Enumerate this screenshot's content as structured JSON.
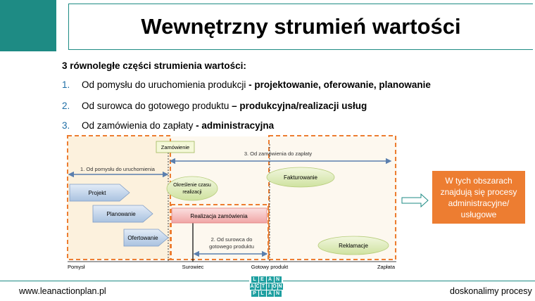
{
  "header": {
    "title": "Wewnętrzny strumień wartości"
  },
  "intro": {
    "subtitle": "3 równoległe części strumienia wartości:",
    "items": [
      {
        "num": "1.",
        "text": "Od pomysłu do uruchomienia produkcji ",
        "bold": "- projektowanie, oferowanie, planowanie"
      },
      {
        "num": "2.",
        "text": "Od surowca do gotowego produktu ",
        "bold": "– produkcyjna/realizacji usług"
      },
      {
        "num": "3.",
        "text": "Od zamówienia do zapłaty ",
        "bold": "- administracyjna"
      }
    ]
  },
  "diagram": {
    "zamowienie": "Zamówienie",
    "arrow3": "3. Od zamówienia do zapłaty",
    "arrow1": "1. Od pomysłu do uruchomienia",
    "projekt": "Projekt",
    "planowanie": "Planowanie",
    "ofertowanie": "Ofertowanie",
    "okreslenie_line1": "Określenie czasu",
    "okreslenie_line2": "realizacji",
    "realizacja": "Realizacja zamówienia",
    "fakturowanie": "Fakturowanie",
    "reklamacje": "Reklamacje",
    "arrow2_line1": "2. Od surowca do",
    "arrow2_line2": "gotowego produktu",
    "axis": {
      "pomysl": "Pomysł",
      "surowiec": "Surowiec",
      "gotowy": "Gotowy produkt",
      "zaplata": "Zapłata"
    }
  },
  "callout": {
    "text": "W tych obszarach znajdują się procesy administracyjne/ usługowe"
  },
  "footer": {
    "website": "www.leanactionplan.pl",
    "slogan": "doskonalimy procesy",
    "logo_rows": [
      "LEAN",
      "ACTION",
      "PLAN"
    ]
  },
  "colors": {
    "teal": "#1e8b84",
    "orange": "#ed7d31",
    "arrow_blue": "#5b7fae"
  }
}
